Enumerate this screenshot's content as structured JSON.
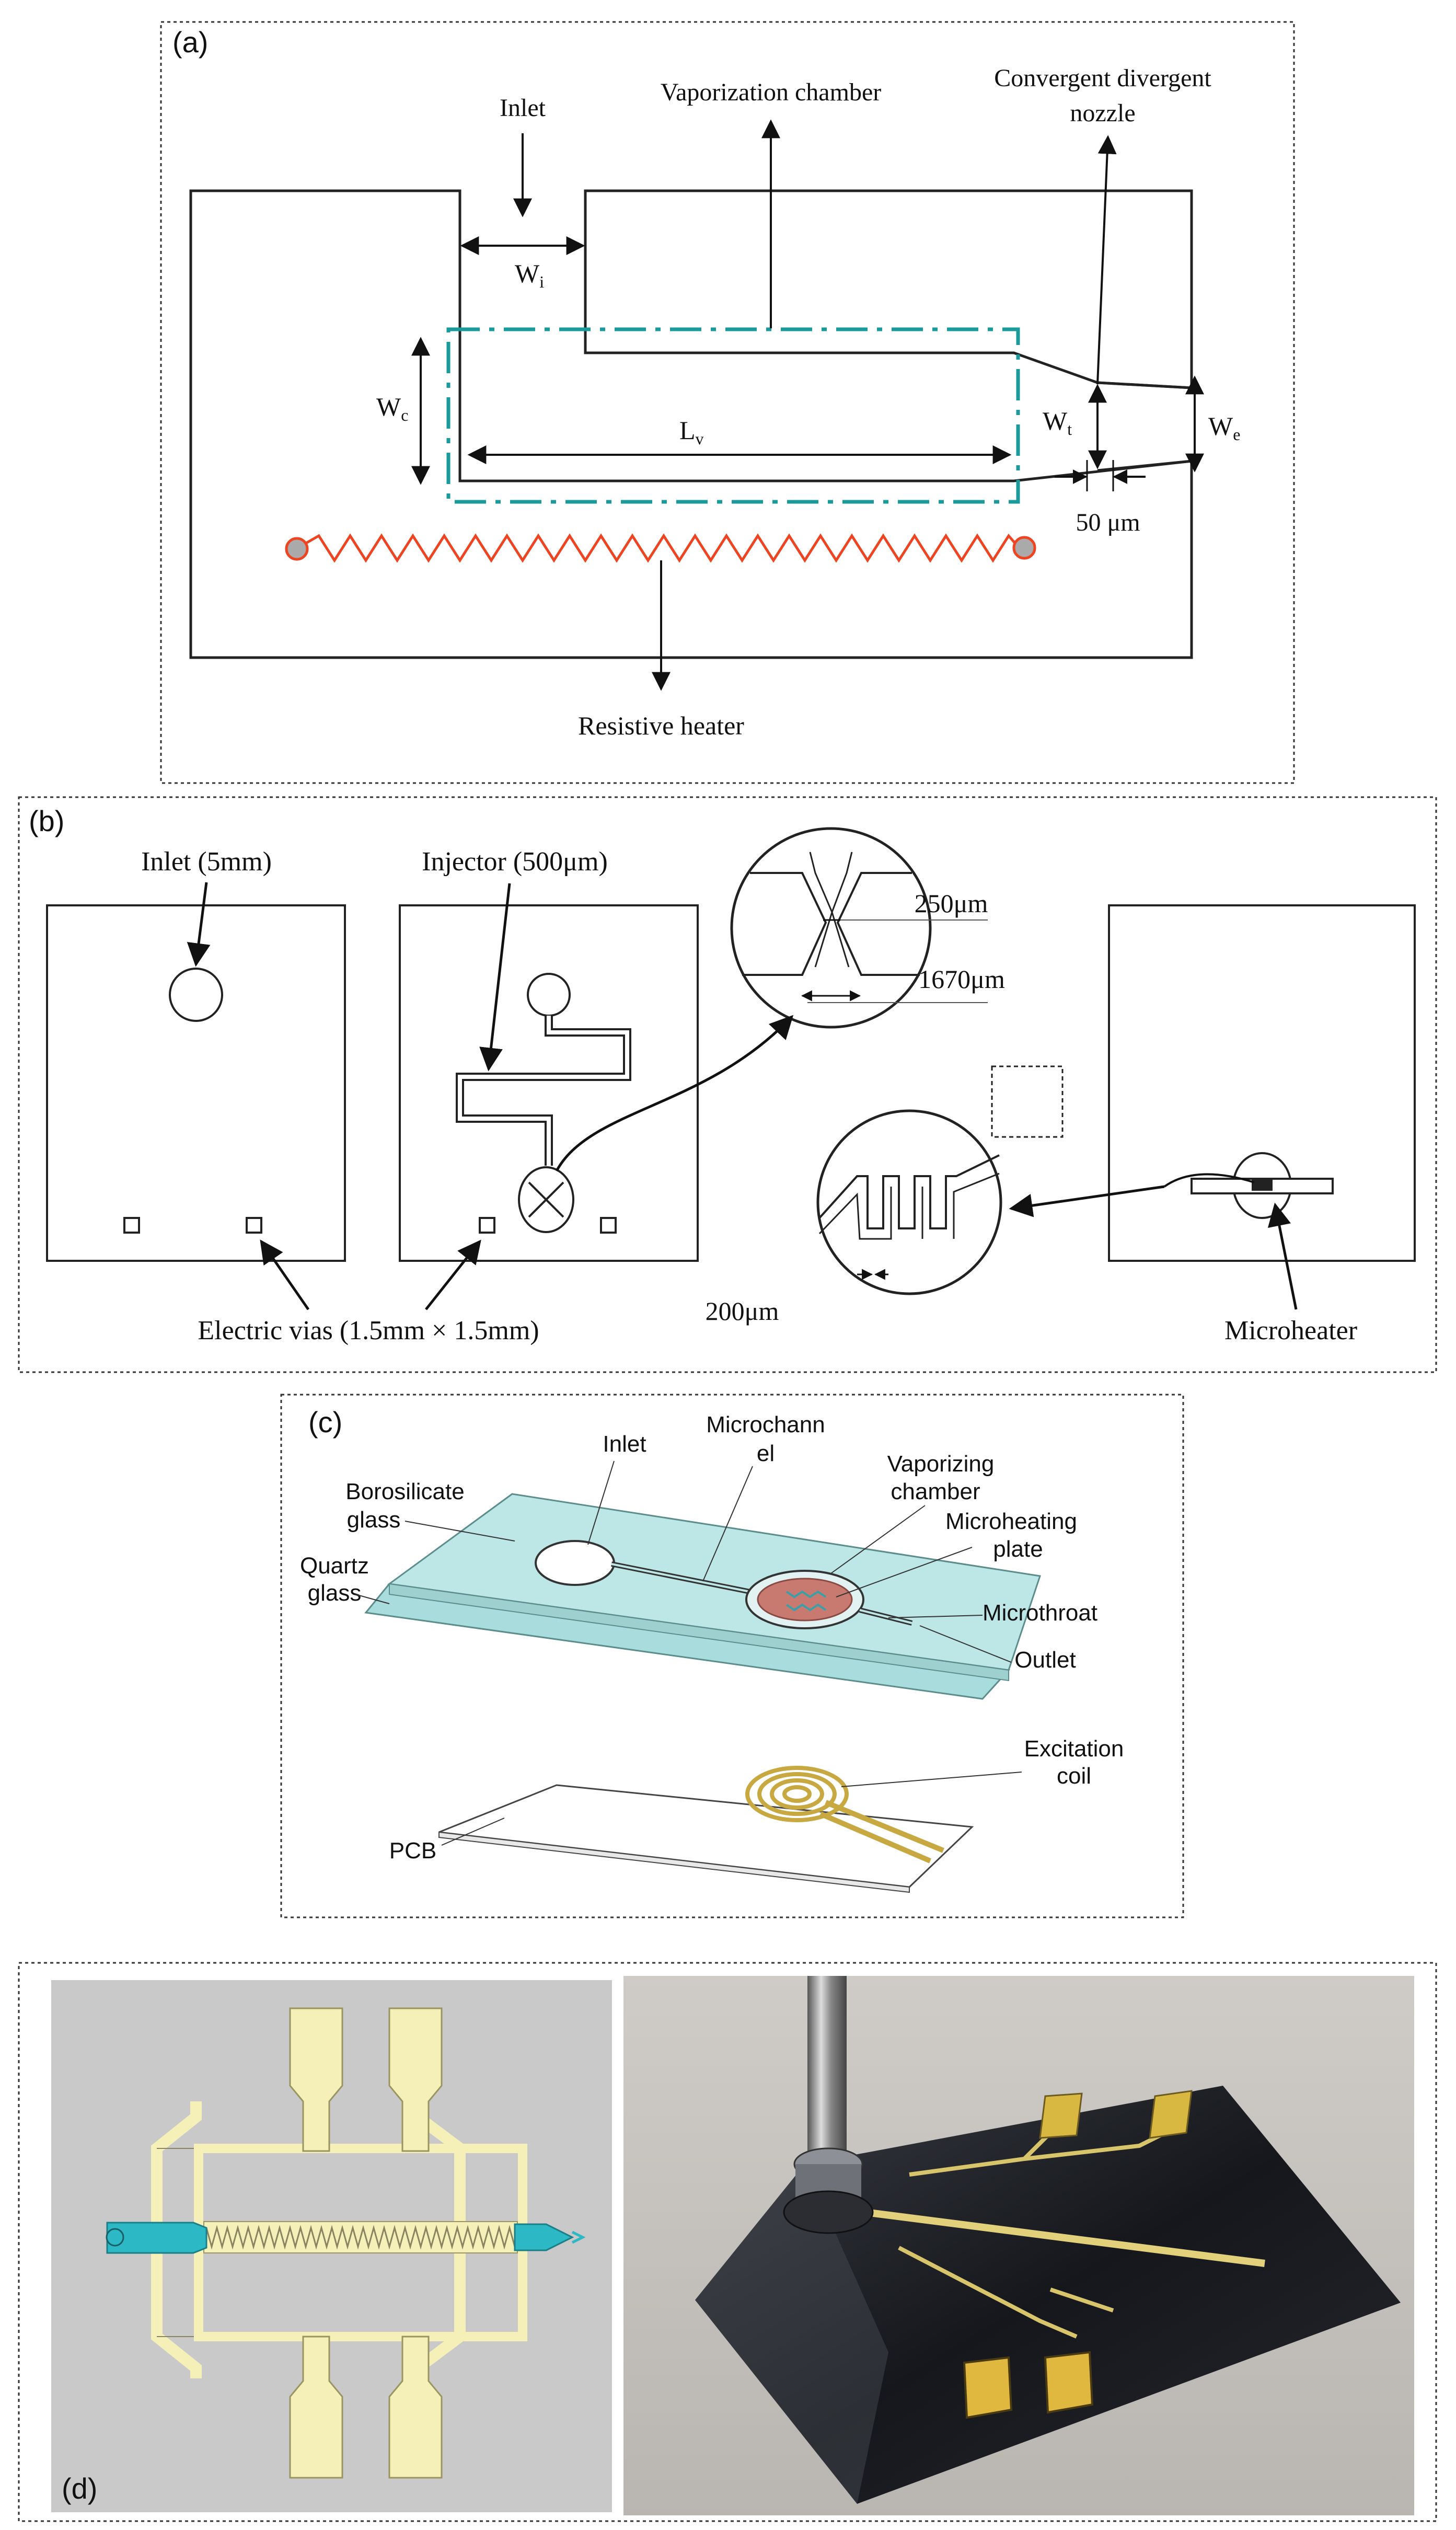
{
  "panel_a": {
    "tag": "(a)",
    "labels": {
      "inlet": "Inlet",
      "vaporization_chamber": "Vaporization chamber",
      "nozzle_line1": "Convergent divergent",
      "nozzle_line2": "nozzle",
      "resistive_heater": "Resistive heater",
      "wi": "W",
      "wi_sub": "i",
      "wc": "W",
      "wc_sub": "c",
      "lv": "L",
      "lv_sub": "v",
      "wt": "W",
      "wt_sub": "t",
      "we": "W",
      "we_sub": "e",
      "dim_50": "50 μm"
    },
    "colors": {
      "chamber_outline": "#1a9a9a",
      "heater": "#ee4422",
      "heater_end": "#aaaaaa"
    }
  },
  "panel_b": {
    "tag": "(b)",
    "labels": {
      "inlet": "Inlet (5mm)",
      "injector": "Injector (500μm)",
      "dim_250": "250μm",
      "dim_1670": "1670μm",
      "dim_200": "200μm",
      "vias": "Electric vias (1.5mm × 1.5mm)",
      "microheater": "Microheater"
    }
  },
  "panel_c": {
    "tag": "(c)",
    "labels": {
      "inlet": "Inlet",
      "microchannel_1": "Microchann",
      "microchannel_2": "el",
      "vaporizing_1": "Vaporizing",
      "vaporizing_2": "chamber",
      "microheating_1": "Microheating",
      "microheating_2": "plate",
      "borosilicate_1": "Borosilicate",
      "borosilicate_2": "glass",
      "quartz_1": "Quartz",
      "quartz_2": "glass",
      "microthroat": "Microthroat",
      "outlet": "Outlet",
      "excitation_1": "Excitation",
      "excitation_2": "coil",
      "pcb": "PCB"
    },
    "colors": {
      "glass": "#bde6e6",
      "plate": "#c87a70",
      "coil": "#c8a840"
    }
  },
  "panel_d": {
    "tag": "(d)",
    "colors": {
      "background": "#c9c9c9",
      "pads": "#f4f0b8",
      "channel": "#2cb8c4",
      "chip": "#1b1d22"
    }
  }
}
